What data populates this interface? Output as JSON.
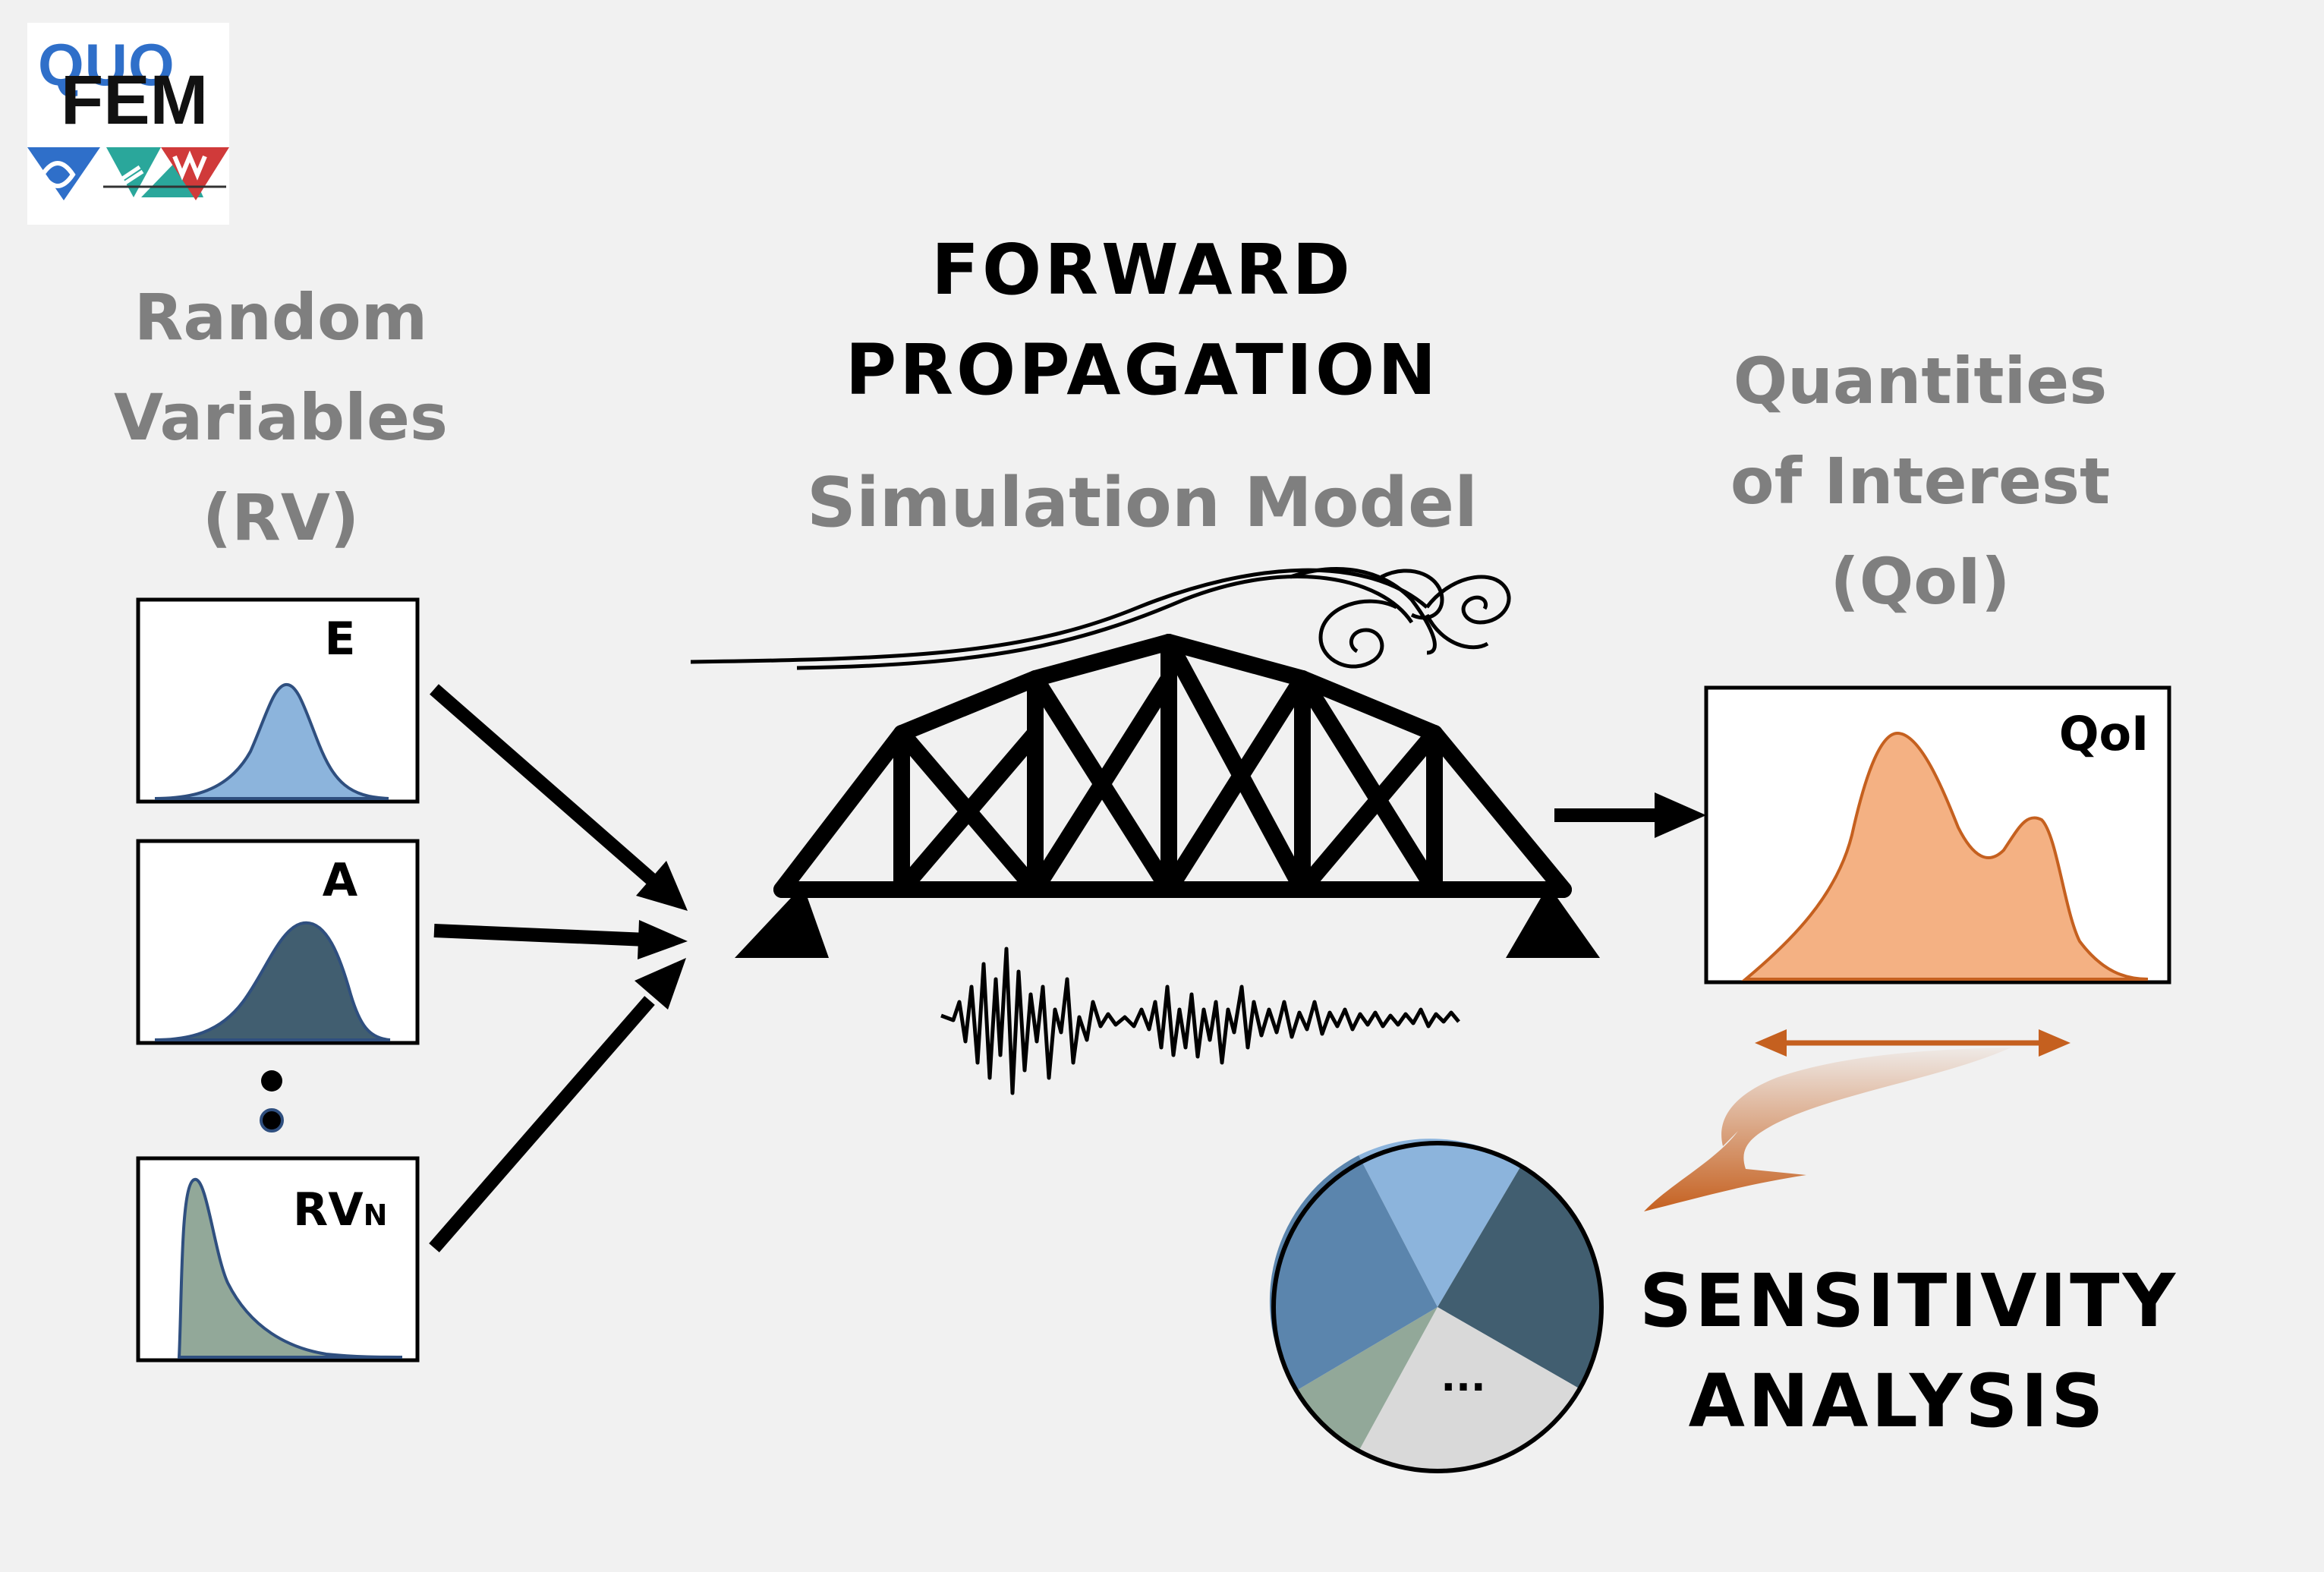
{
  "logo": {
    "line1": "QUO",
    "line2": "FEM"
  },
  "inputs": {
    "heading_lines": [
      "Random",
      "Variables",
      "(RV)"
    ],
    "variables": [
      {
        "label": "E",
        "color": "#8cb4dc"
      },
      {
        "label": "A",
        "color": "#415e70"
      },
      {
        "label": "RV",
        "subscript": "N",
        "color": "#92a899"
      }
    ]
  },
  "process": {
    "title_lines": [
      "FORWARD",
      "PROPAGATION"
    ],
    "subtitle": "Simulation Model"
  },
  "outputs": {
    "heading_lines": [
      "Quantities",
      "of Interest",
      "(QoI)"
    ],
    "qoi_label": "QoI",
    "qoi_color": "#f4b183",
    "qoi_line_color": "#c5601f"
  },
  "sensitivity": {
    "title_lines": [
      "SENSITIVITY",
      "ANALYSIS"
    ],
    "pie_ellipsis": "...",
    "pie_colors": [
      "#8cb4dc",
      "#415e70",
      "#d9d9d9",
      "#92a899",
      "#5b85ad"
    ],
    "arrow_color": "#c5601f"
  }
}
